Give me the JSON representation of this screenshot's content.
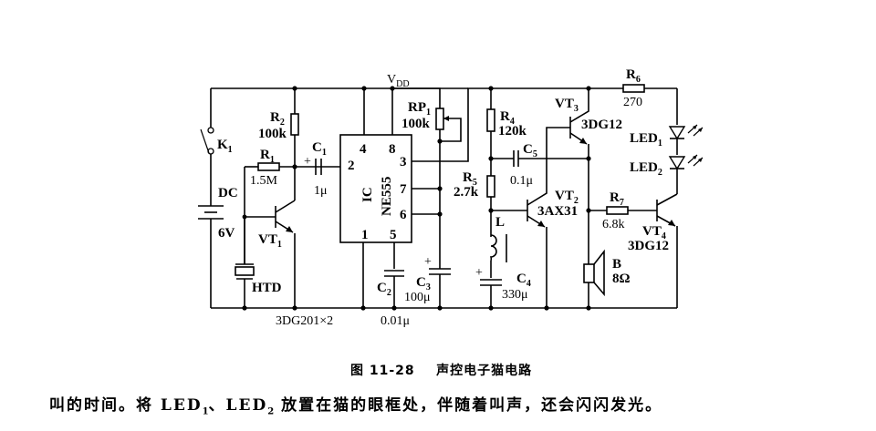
{
  "figure": {
    "caption_number": "图 11-28",
    "caption_title": "声控电子猫电路",
    "body_text": {
      "part1": "叫的时间。将 LED",
      "sub1": "1",
      "part2": "、LED",
      "sub2": "2",
      "part3": " 放置在猫的眼框处，伴随着叫声，还会闪闪发光。"
    }
  },
  "circuit": {
    "supply": {
      "label": "V",
      "sub": "DD"
    },
    "switch": {
      "label": "K",
      "sub": "1"
    },
    "battery": {
      "label": "DC",
      "value": "6V"
    },
    "htd": {
      "label": "HTD"
    },
    "transistor_pair_note": "3DG201×2",
    "components": {
      "R1": {
        "label": "R",
        "sub": "1",
        "value": "1.5M"
      },
      "R2": {
        "label": "R",
        "sub": "2",
        "value": "100k"
      },
      "C1": {
        "label": "C",
        "sub": "1",
        "value": "1μ"
      },
      "VT1": {
        "label": "VT",
        "sub": "1"
      },
      "IC": {
        "label": "IC",
        "part": "NE555",
        "pins": {
          "p4": "4",
          "p8": "8",
          "p2": "2",
          "p3": "3",
          "p7": "7",
          "p6": "6",
          "p1": "1",
          "p5": "5"
        }
      },
      "RP1": {
        "label": "RP",
        "sub": "1",
        "value": "100k"
      },
      "C2": {
        "label": "C",
        "sub": "2",
        "value": "0.01μ"
      },
      "C3": {
        "label": "C",
        "sub": "3",
        "value": "100μ"
      },
      "R4": {
        "label": "R",
        "sub": "4",
        "value": "120k"
      },
      "R5": {
        "label": "R",
        "sub": "5",
        "value": "2.7k"
      },
      "C5": {
        "label": "C",
        "sub": "5",
        "value": "0.1μ"
      },
      "L": {
        "label": "L"
      },
      "C4": {
        "label": "C",
        "sub": "4",
        "value": "330μ"
      },
      "VT2": {
        "label": "VT",
        "sub": "2",
        "part": "3AX31"
      },
      "VT3": {
        "label": "VT",
        "sub": "3",
        "part": "3DG12"
      },
      "R6": {
        "label": "R",
        "sub": "6",
        "value": "270"
      },
      "LED1": {
        "label": "LED",
        "sub": "1"
      },
      "LED2": {
        "label": "LED",
        "sub": "2"
      },
      "R7": {
        "label": "R",
        "sub": "7",
        "value": "6.8k"
      },
      "VT4": {
        "label": "VT",
        "sub": "4",
        "part": "3DG12"
      },
      "B": {
        "label": "B",
        "value": "8Ω"
      }
    },
    "plus_sign": "+"
  }
}
